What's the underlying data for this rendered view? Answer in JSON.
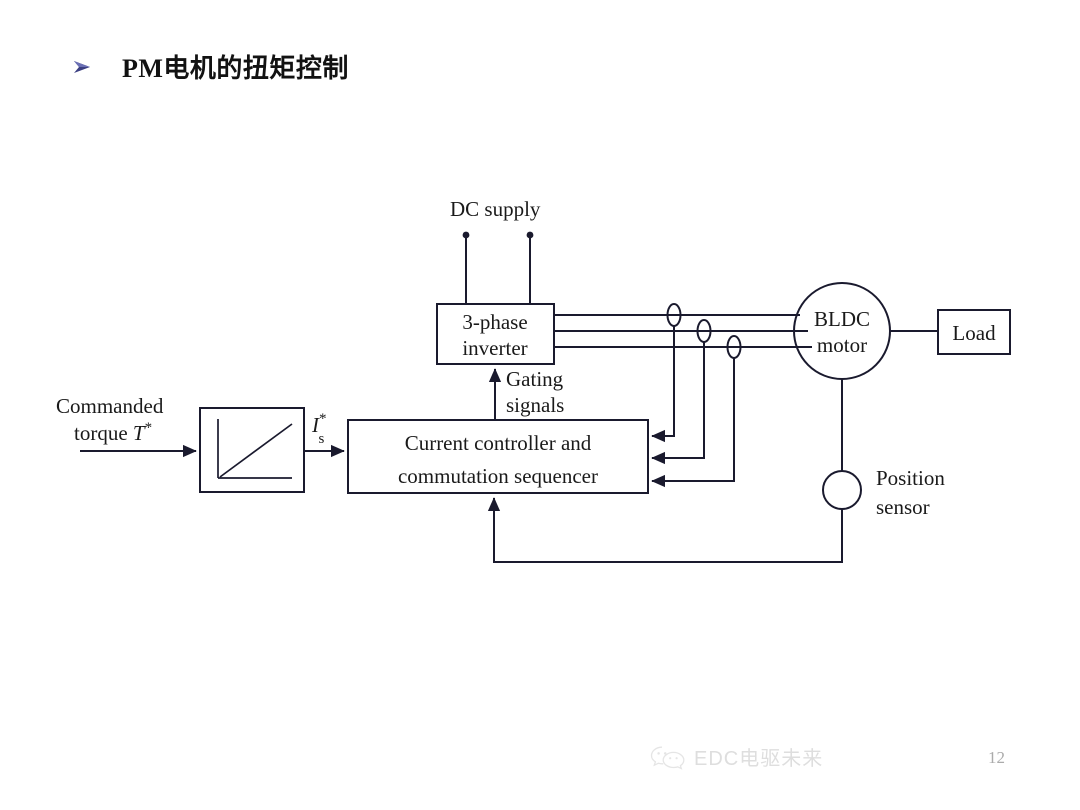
{
  "slide": {
    "title": "PM电机的扭矩控制",
    "bullet_icon": "chevron-right-bullet-icon",
    "background_color": "#ffffff",
    "line_color": "#1a1a2e",
    "page_number": "12"
  },
  "diagram": {
    "type": "block-diagram",
    "caption": "BLDC motor torque control block diagram",
    "labels": {
      "dc_supply": "DC supply",
      "inverter_line1": "3-phase",
      "inverter_line2": "inverter",
      "gating_line1": "Gating",
      "gating_line2": "signals",
      "commanded_line1": "Commanded",
      "commanded_line2_prefix": "torque ",
      "commanded_symbol": "T",
      "commanded_superscript": "*",
      "current_symbol": "I",
      "current_superscript": "*",
      "current_subscript": "s",
      "controller_line1": "Current controller and",
      "controller_line2": "commutation sequencer",
      "motor_line1": "BLDC",
      "motor_line2": "motor",
      "load": "Load",
      "sensor_line1": "Position",
      "sensor_line2": "sensor"
    },
    "blocks": [
      {
        "name": "gain-block",
        "label": "",
        "shape": "rect",
        "content": "ramp-characteristic"
      },
      {
        "name": "inverter-block",
        "label": "3-phase inverter",
        "shape": "rect"
      },
      {
        "name": "controller-block",
        "label": "Current controller and commutation sequencer",
        "shape": "rect"
      },
      {
        "name": "motor-block",
        "label": "BLDC motor",
        "shape": "circle"
      },
      {
        "name": "load-block",
        "label": "Load",
        "shape": "rect"
      },
      {
        "name": "position-sensor-block",
        "label": "Position sensor",
        "shape": "small-circle"
      }
    ],
    "phase_count": 3,
    "current_sensor_count": 3,
    "dc_terminal_count": 2
  },
  "watermark": {
    "logo_icon": "wechat-logo-icon",
    "text": "EDC电驱未来"
  }
}
